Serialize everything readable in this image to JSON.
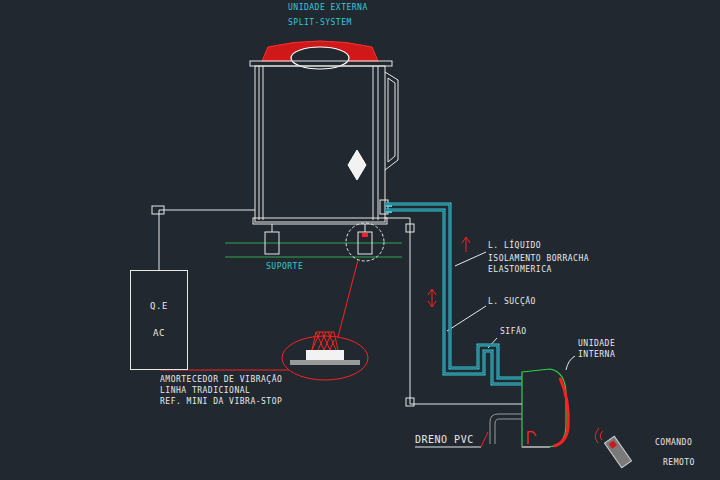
{
  "diagram": {
    "nodes": [
      {
        "text": [
          "UNIDADE EXTERNA",
          "SPLIT-SYSTEM"
        ]
      },
      {
        "text": [
          "Q.E",
          "AC"
        ]
      },
      {
        "text": [
          "UNIDADE INTERNA"
        ]
      }
    ],
    "edges": [
      {
        "from": 1,
        "to": 0,
        "arrow": "none"
      },
      {
        "from": 0,
        "to": 2,
        "arrow": "none"
      },
      {
        "from": 0,
        "to": 2,
        "arrow": "none"
      },
      {
        "from": 0,
        "to": 2,
        "arrow": "none"
      }
    ],
    "labels": [
      "SUPORTE",
      "L. LÍQUIDO",
      "ISOLAMENTO BORRACHA ELASTOMERICA",
      "L. SUCÇÃO",
      "SIFÃO",
      "AMORTECEDOR DE VIBRAÇÃO",
      "LINHA TRADICIONAL",
      "REF. MINI DA VIBRA-STOP",
      "DRENO PVC",
      "COMANDO",
      "REMOTO"
    ]
  }
}
